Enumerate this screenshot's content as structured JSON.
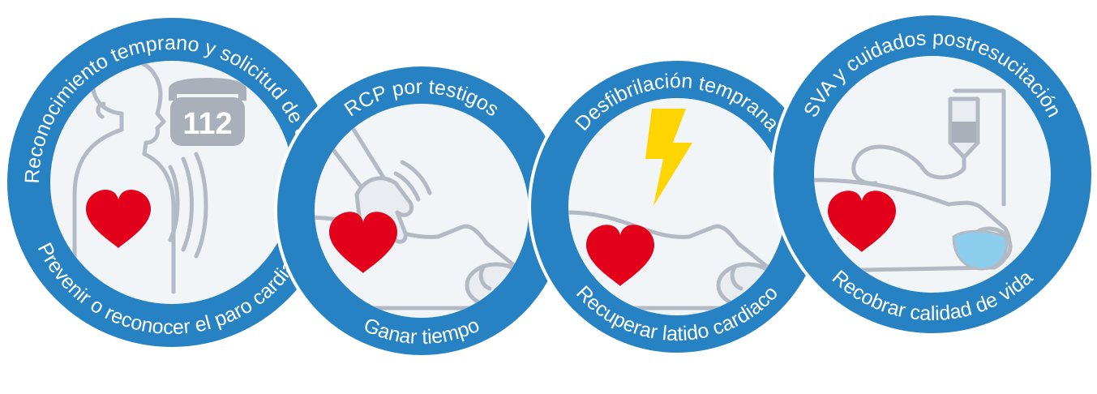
{
  "chain": {
    "link1": {
      "top_label": "Reconocimiento temprano y solicitud de ayuda",
      "bottom_label": "Prevenir o reconocer el paro cardiaco",
      "phone_number": "112",
      "icons": [
        "person-icon",
        "phone-icon",
        "heart-icon",
        "sound-waves-icon"
      ]
    },
    "link2": {
      "top_label": "RCP por testigos",
      "bottom_label": "Ganar tiempo",
      "icons": [
        "hands-compression-icon",
        "heart-icon",
        "patient-icon"
      ]
    },
    "link3": {
      "top_label": "Desfibrilación temprana",
      "bottom_label": "Recuperar latido cardiaco",
      "icons": [
        "lightning-bolt-icon",
        "heart-icon",
        "patient-icon"
      ]
    },
    "link4": {
      "top_label": "SVA y cuidados postresucitación",
      "bottom_label": "Recobrar calidad de vida",
      "icons": [
        "iv-drip-icon",
        "heart-icon",
        "patient-icon",
        "oxygen-mask-icon"
      ]
    }
  },
  "colors": {
    "ring": "#2782c4",
    "ring_edge": "#1a6aa8",
    "inner": "#f2f5f8",
    "heart": "#e2001a",
    "bolt": "#ffd500",
    "figure": "#b4bac3",
    "mask": "#8dcdee"
  }
}
